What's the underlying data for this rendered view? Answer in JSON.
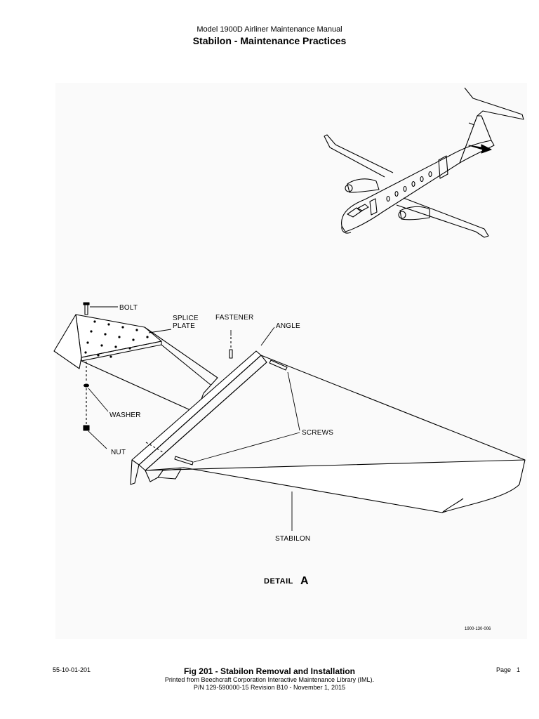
{
  "header": {
    "manual_title": "Model 1900D Airliner Maintenance Manual",
    "section_title": "Stabilon - Maintenance Practices"
  },
  "figure": {
    "callouts": {
      "bolt": "BOLT",
      "splice_plate_line1": "SPLICE",
      "splice_plate_line2": "PLATE",
      "fastener": "FASTENER",
      "angle": "ANGLE",
      "washer": "WASHER",
      "screws": "SCREWS",
      "nut": "NUT",
      "stabilon": "STABILON"
    },
    "detail_word": "DETAIL",
    "detail_letter": "A",
    "drawing_number": "1900-130-006"
  },
  "footer": {
    "document_number": "55-10-01-201",
    "figure_title": "Fig 201 - Stabilon Removal and Installation",
    "printed_from": "Printed from Beechcraft Corporation Interactive Maintenance Library (IML).",
    "part_number_revision": "P/N 129-590000-15 Revision B10 - November 1, 2015",
    "page_label": "Page",
    "page_number": "1"
  }
}
